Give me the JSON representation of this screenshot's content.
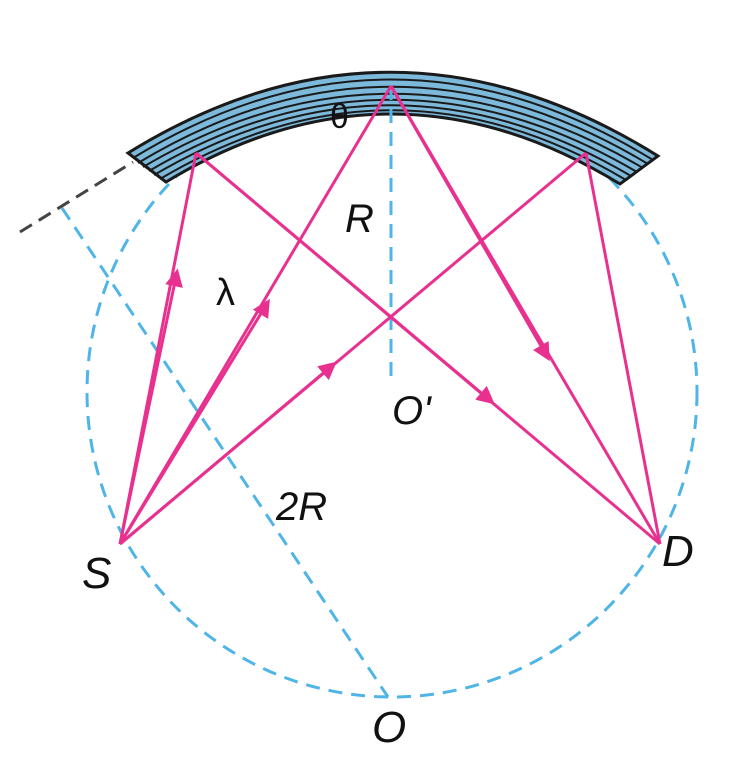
{
  "labels": {
    "theta": "θ",
    "radius": "R",
    "wavelength": "λ",
    "center_small": "O'",
    "diameter": "2R",
    "source": "S",
    "detector": "D",
    "center_large": "O"
  },
  "colors": {
    "ray": "#e8318f",
    "circle": "#4fb4e6",
    "crystal_fill": "#7cb9da",
    "crystal_stroke": "#1a1a1a",
    "tangent": "#444444"
  }
}
